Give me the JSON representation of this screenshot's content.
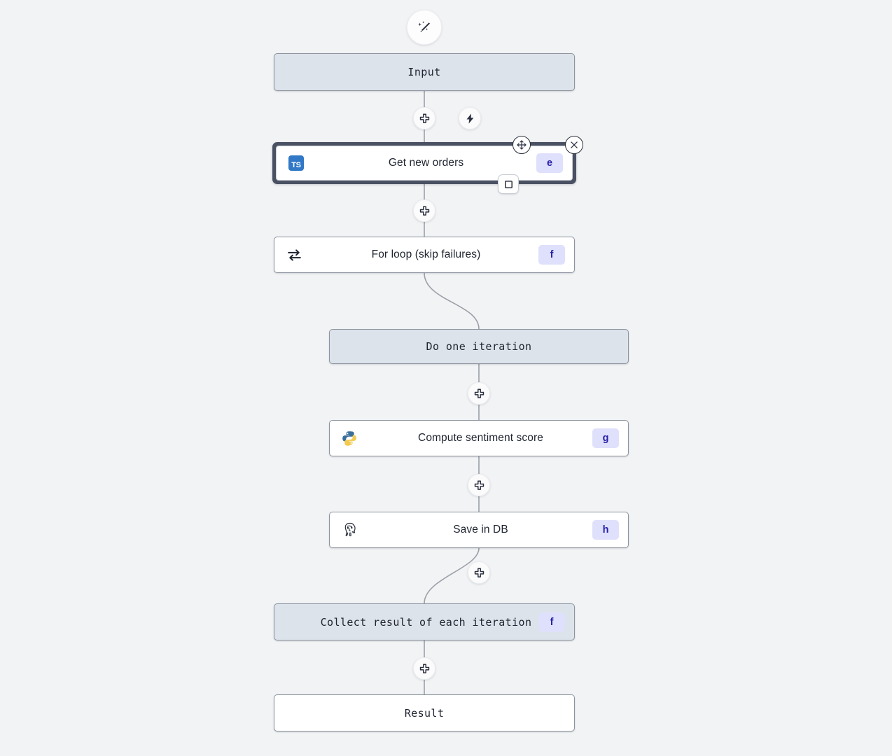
{
  "canvas": {
    "background": "#f2f3f5",
    "edge_color": "#9aa0a6"
  },
  "theme": {
    "node_bg": "#ffffff",
    "node_bg_muted": "#dde3ea",
    "node_border": "#8d94a0",
    "badge_bg": "#dfe0fb",
    "badge_fg": "#2b21a8",
    "selected_border": "#4a5163",
    "ts_blue": "#3178c6",
    "python_blue": "#30648c",
    "python_yellow": "#f5cb4d"
  },
  "toolbar": {
    "magic_wand_icon": "magic-wand-icon",
    "add_icon": "plus-icon",
    "trigger_icon": "lightning-bolt-icon",
    "move_icon": "move-handle-icon",
    "close_icon": "close-x-icon",
    "stop_icon": "stop-square-icon"
  },
  "nodes": [
    {
      "id": "input",
      "label": "Input",
      "style": "muted",
      "font": "mono",
      "icon": null,
      "badge": null
    },
    {
      "id": "get-new-orders",
      "label": "Get new orders",
      "style": "selected",
      "font": "sans",
      "icon": "typescript-icon",
      "icon_text": "TS",
      "badge": "e"
    },
    {
      "id": "for-loop",
      "label": "For loop (skip failures)",
      "style": "plain",
      "font": "sans",
      "icon": "loop-arrows-icon",
      "badge": "f"
    },
    {
      "id": "do-one-iteration",
      "label": "Do one iteration",
      "style": "muted",
      "font": "mono",
      "icon": null,
      "badge": null
    },
    {
      "id": "compute-sentiment-score",
      "label": "Compute sentiment score",
      "style": "plain",
      "font": "sans",
      "icon": "python-icon",
      "badge": "g"
    },
    {
      "id": "save-in-db",
      "label": "Save in DB",
      "style": "plain",
      "font": "sans",
      "icon": "postgresql-elephant-icon",
      "badge": "h"
    },
    {
      "id": "collect-result",
      "label": "Collect result of each iteration",
      "style": "muted",
      "font": "mono",
      "icon": null,
      "badge": "f"
    },
    {
      "id": "result",
      "label": "Result",
      "style": "plain",
      "font": "mono",
      "icon": null,
      "badge": null
    }
  ]
}
